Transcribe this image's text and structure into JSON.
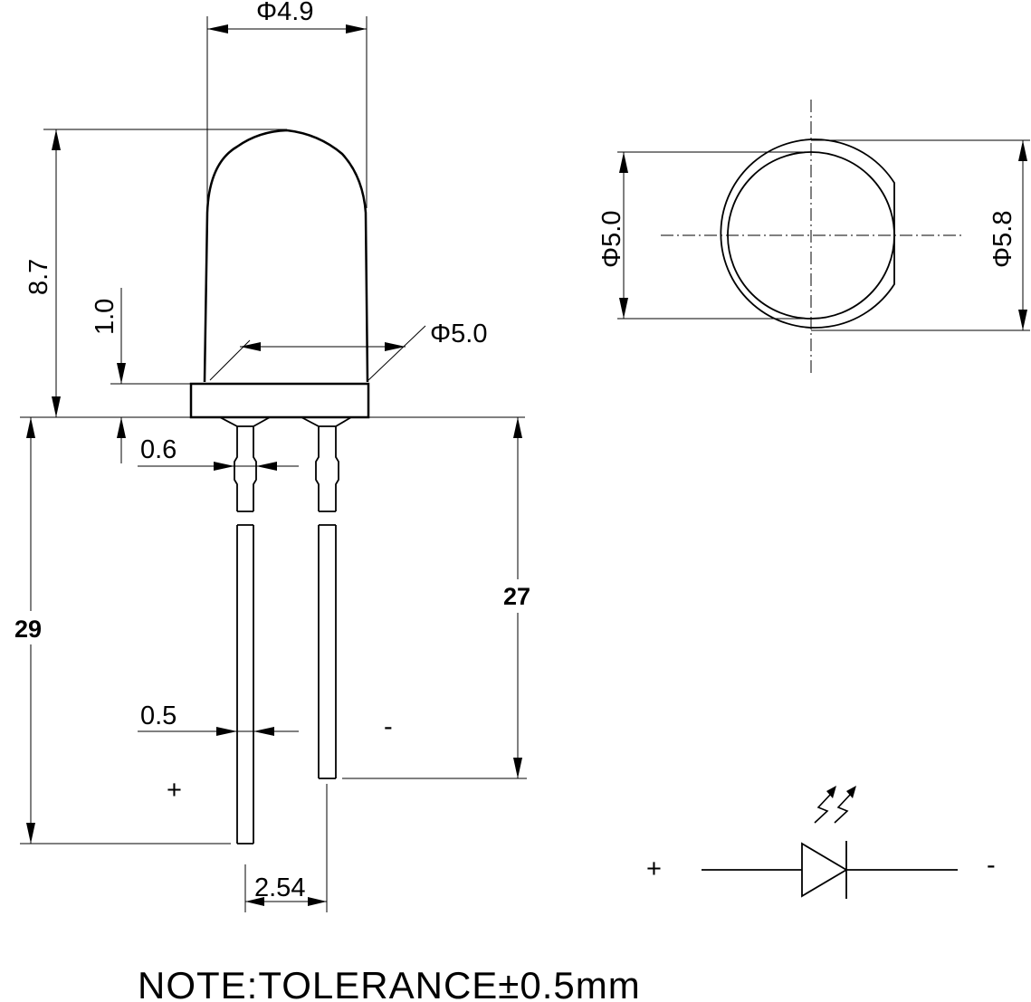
{
  "dimensions": {
    "lens_diameter": "Φ4.9",
    "body_height": "8.7",
    "flange_height": "1.0",
    "flange_diameter": "Φ5.0",
    "lead_width_upper": "0.6",
    "lead_width_lower": "0.5",
    "total_length": "29",
    "lead_length": "27",
    "lead_pitch": "2.54",
    "top_inner_diameter": "Φ5.0",
    "top_outer_diameter": "Φ5.8"
  },
  "polarity": {
    "anode_label": "+",
    "cathode_label": "-",
    "symbol_anode_label": "+",
    "symbol_cathode_label": "-"
  },
  "note": "NOTE:TOLERANCE±0.5mm"
}
